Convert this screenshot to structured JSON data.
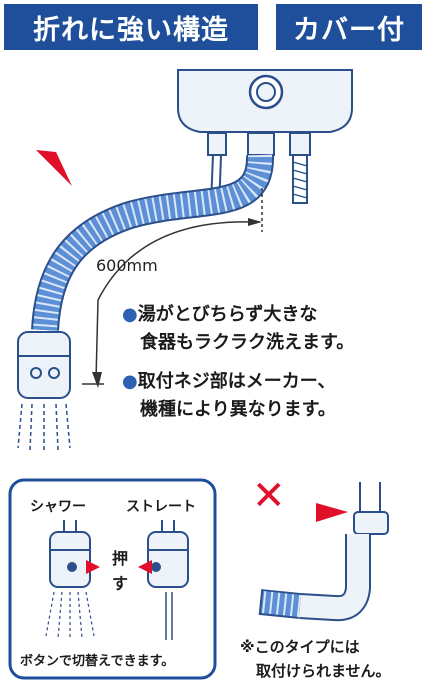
{
  "badges": {
    "left": "折れに強い構造",
    "right": "カバー付"
  },
  "measurement": "600mm",
  "features": [
    {
      "bullet": "●",
      "line1": "湯がとびちらず大きな",
      "line2": "食器もラクラク洗えます。"
    },
    {
      "bullet": "●",
      "line1": "取付ネジ部はメーカー、",
      "line2": "機種により異なります。"
    }
  ],
  "shower_box": {
    "shower_label": "シャワー",
    "straight_label": "ストレート",
    "push_label_1": "押",
    "push_label_2": "す",
    "caption": "ボタンで切替えできます。"
  },
  "wrong_type": {
    "mark": "✕",
    "note_line1": "※このタイプには",
    "note_line2": "取付けられません。"
  },
  "colors": {
    "brand_blue": "#1f4f9a",
    "hose_blue": "#5d8fd6",
    "arrow_red": "#e0102a",
    "light_blue": "#dde9f7"
  }
}
